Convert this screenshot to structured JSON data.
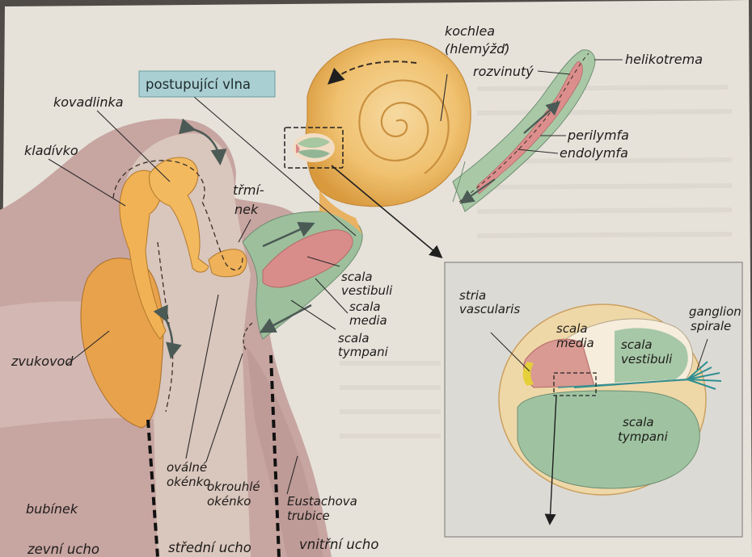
{
  "labels": {
    "postupujici_vlna": "postupující vlna",
    "kovadlinka": "kovadlinka",
    "kladivko": "kladívko",
    "trmi": "třmí-",
    "nek": "nek",
    "kochlea": "kochlea",
    "hlemyzd": "(hlemýžď)",
    "rozvinuty": "rozvinutý",
    "helikotrema": "helikotrema",
    "perilymfa": "perilymfa",
    "endolymfa": "endolymfa",
    "scala": "scala",
    "vestibuli": "vestibuli",
    "media": "media",
    "tympani": "tympani",
    "zvukovod": "zvukovod",
    "ovalne": "oválné",
    "okenko": "okénko",
    "okrouhle": "okrouhlé",
    "eustachova": "Eustachova",
    "trubice": "trubice",
    "bubinek": "bubínek",
    "zevni_ucho": "zevní ucho",
    "stredni_ucho": "střední ucho",
    "vnitrni_ucho": "vnitřní ucho",
    "stria": "stria",
    "vascularis": "vascularis",
    "ganglion": "ganglion",
    "spirale": "spirale"
  },
  "colors": {
    "page": "#e8e4dc",
    "pink_tissue": "#c9a8a4",
    "orange_bone": "#eaa84c",
    "green_perilymph": "#8fb596",
    "pink_endolymph": "#d98b8b",
    "inset_bg": "#dcdad5"
  }
}
